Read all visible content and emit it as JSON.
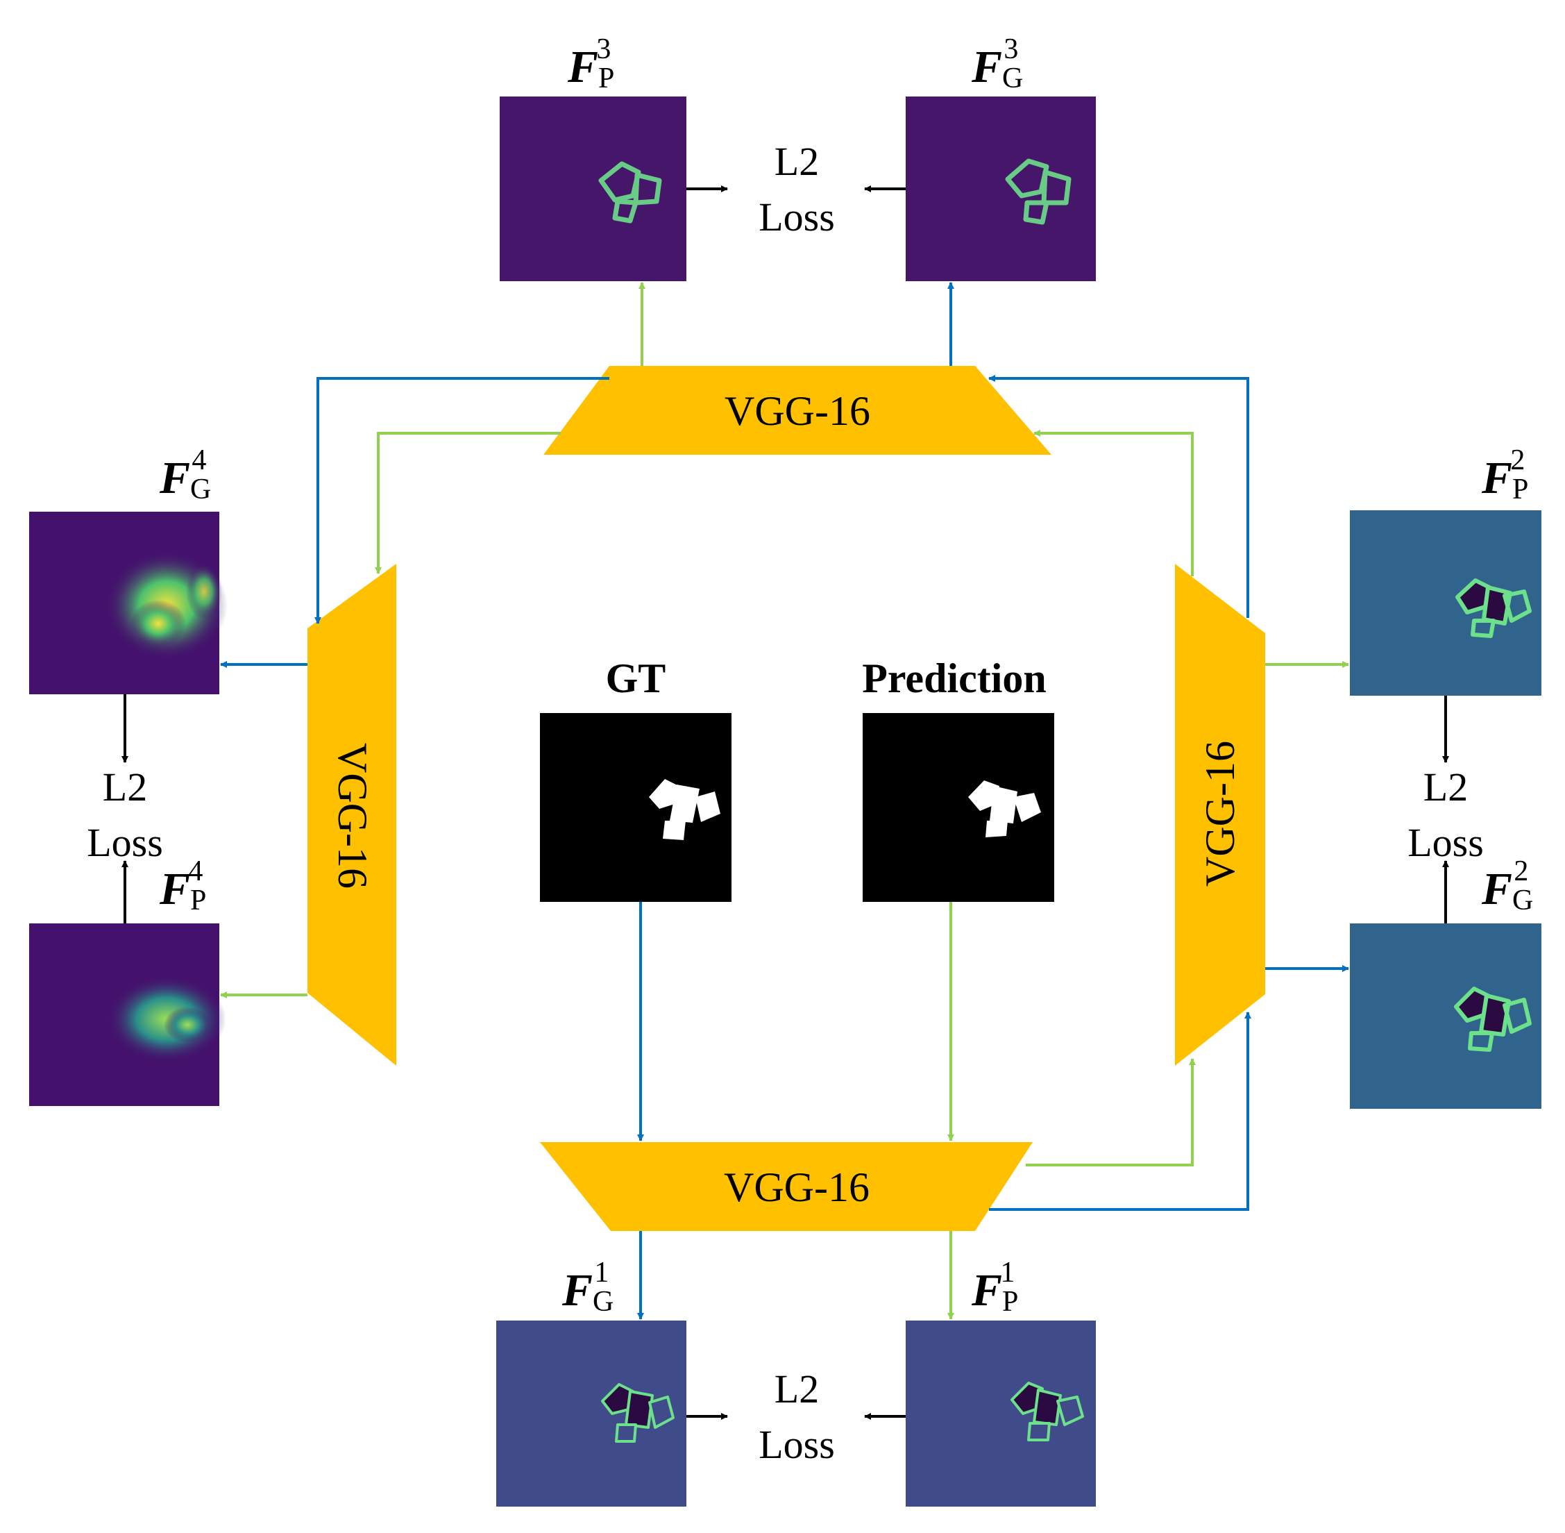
{
  "inputs": {
    "gt_title": "GT",
    "pred_title": "Prediction"
  },
  "networks": {
    "top": "VGG-16",
    "bottom": "VGG-16",
    "left": "VGG-16",
    "right": "VGG-16"
  },
  "features": {
    "fp3": {
      "main": "F",
      "sub": "P",
      "sup": "3"
    },
    "fg3": {
      "main": "F",
      "sub": "G",
      "sup": "3"
    },
    "fg4": {
      "main": "F",
      "sub": "G",
      "sup": "4"
    },
    "fp4": {
      "main": "F",
      "sub": "P",
      "sup": "4"
    },
    "fp2": {
      "main": "F",
      "sub": "P",
      "sup": "2"
    },
    "fg2": {
      "main": "F",
      "sub": "G",
      "sup": "2"
    },
    "fg1": {
      "main": "F",
      "sub": "G",
      "sup": "1"
    },
    "fp1": {
      "main": "F",
      "sub": "P",
      "sup": "1"
    }
  },
  "losses": {
    "top": {
      "line1": "L2",
      "line2": "Loss"
    },
    "bottom": {
      "line1": "L2",
      "line2": "Loss"
    },
    "left": {
      "line1": "L2",
      "line2": "Loss"
    },
    "right": {
      "line1": "L2",
      "line2": "Loss"
    }
  },
  "colors": {
    "vgg_fill": "#FFC000",
    "gt_path": "#0070C0",
    "pred_path": "#92D050",
    "loss_arrow": "#000000",
    "map_level3": "#46166A",
    "map_level4": "#44126C",
    "map_level2": "#31648C",
    "map_level1": "#404B8A",
    "activation": "#6CE08A"
  }
}
